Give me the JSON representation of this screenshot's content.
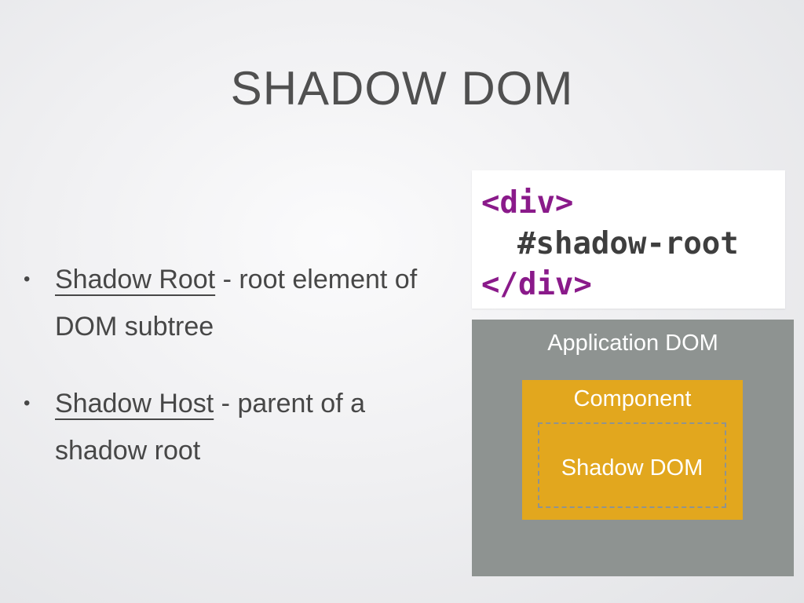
{
  "slide": {
    "title": "SHADOW DOM"
  },
  "bullets": [
    {
      "marker": "•",
      "term": "Shadow Root",
      "text": " - root element of DOM subtree"
    },
    {
      "marker": "•",
      "term": "Shadow Host",
      "text": " - parent of a shadow root"
    }
  ],
  "code": {
    "lines": [
      "<div>",
      "#shadow-root",
      "</div>"
    ],
    "tag_color": "#8a1a8a",
    "text_color": "#3e3e3e"
  },
  "diagram": {
    "application_label": "Application DOM",
    "component_label": "Component",
    "shadow_label": "Shadow DOM",
    "application_color": "#8e9391",
    "component_color": "#e2a71e"
  }
}
